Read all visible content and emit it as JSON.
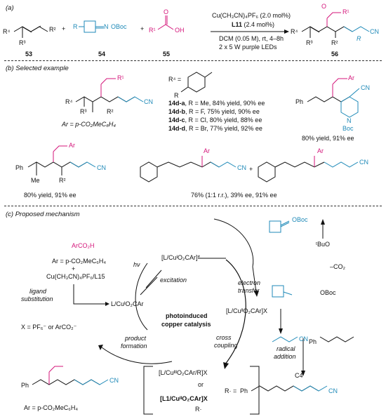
{
  "sections": {
    "a": "(a)",
    "b": "(b) Selected example",
    "c": "(c) Proposed mechanism"
  },
  "part_a": {
    "labels": {
      "c53": "53",
      "c54": "54",
      "c55": "55",
      "c56": "56"
    },
    "r4": "R⁴",
    "r3": "R³",
    "r2": "R²",
    "r": "R",
    "r1": "R¹",
    "oboc": "OBoc",
    "n": "N",
    "o": "O",
    "oh": "OH",
    "plus": "+",
    "cond1": "Cu(CH₃CN)₄PF₆ (2.0 mol%)",
    "cond2_bold": "L11",
    "cond2_rest": " (2.4 mol%)",
    "cond3": "DCM (0.05 M), rt, 4–8h",
    "cond4": "2 x 5 W purple LEDs",
    "cn": "CN"
  },
  "part_b": {
    "ar_def": "Ar = p-CO₂MeC₆H₄",
    "r4_def": "R⁴ =",
    "ex1": {
      "id": "14d-a",
      "text": ", R = Me, 84% yield, 90% ee"
    },
    "ex2": {
      "id": "14d-b",
      "text": ", R = F, 75% yield, 90% ee"
    },
    "ex3": {
      "id": "14d-c",
      "text": ", R = Cl, 80% yield, 88% ee"
    },
    "ex4": {
      "id": "14d-d",
      "text": ", R = Br, 77% yield, 92% ee"
    },
    "piperidine_yield": "80% yield, 91% ee",
    "me_yield": "80% yield, 91% ee",
    "diene_yield": "76% (1:1 r.r.), 39% ee, 91% ee",
    "ph": "Ph",
    "me": "Me",
    "ar": "Ar",
    "boc": "Boc",
    "n": "N",
    "cn": "CN"
  },
  "part_c": {
    "arco2h": "ArCO₂H",
    "ar_def": "Ar = p-CO₂MeC₆H₄",
    "plus": "+",
    "cu_l15": "Cu(CH₃CN)₄PF₆/L15",
    "ligand1": "ligand",
    "ligand2": "substitution",
    "cu_i": "L/CuᴵO₂CAr",
    "excited": "[L/CuᴵO₂CAr]*",
    "hv": "hν",
    "excitation": "excitation",
    "electron1": "electron",
    "electron2": "transfer",
    "cu_ii": "[L/CuᴵᴵO₂CAr]X",
    "cross1": "cross",
    "cross2": "coupling",
    "photo1": "photoinduced",
    "photo2": "copper catalysis",
    "product1": "product",
    "product2": "formation",
    "x_def": "X = PF₆⁻  or  ArCO₂⁻",
    "cu_iii": "[L/CuᴵᴵᴵO₂CAr/R]X",
    "or": "or",
    "bracket": "[L1/CuᴵᴵO₂CAr]X",
    "r_dot": "R·",
    "oboc_top": "OBoc",
    "tbuo": "ᵗBuO",
    "minus_co2": "–CO₂",
    "oboc_anion": "OBoc",
    "radical1": "radical",
    "radical2": "addition",
    "c4": "C4'",
    "r_eq": "R· =",
    "ph": "Ph",
    "cn": "CN",
    "ar_def2": "Ar = p-CO₂MeC₆H₄"
  }
}
